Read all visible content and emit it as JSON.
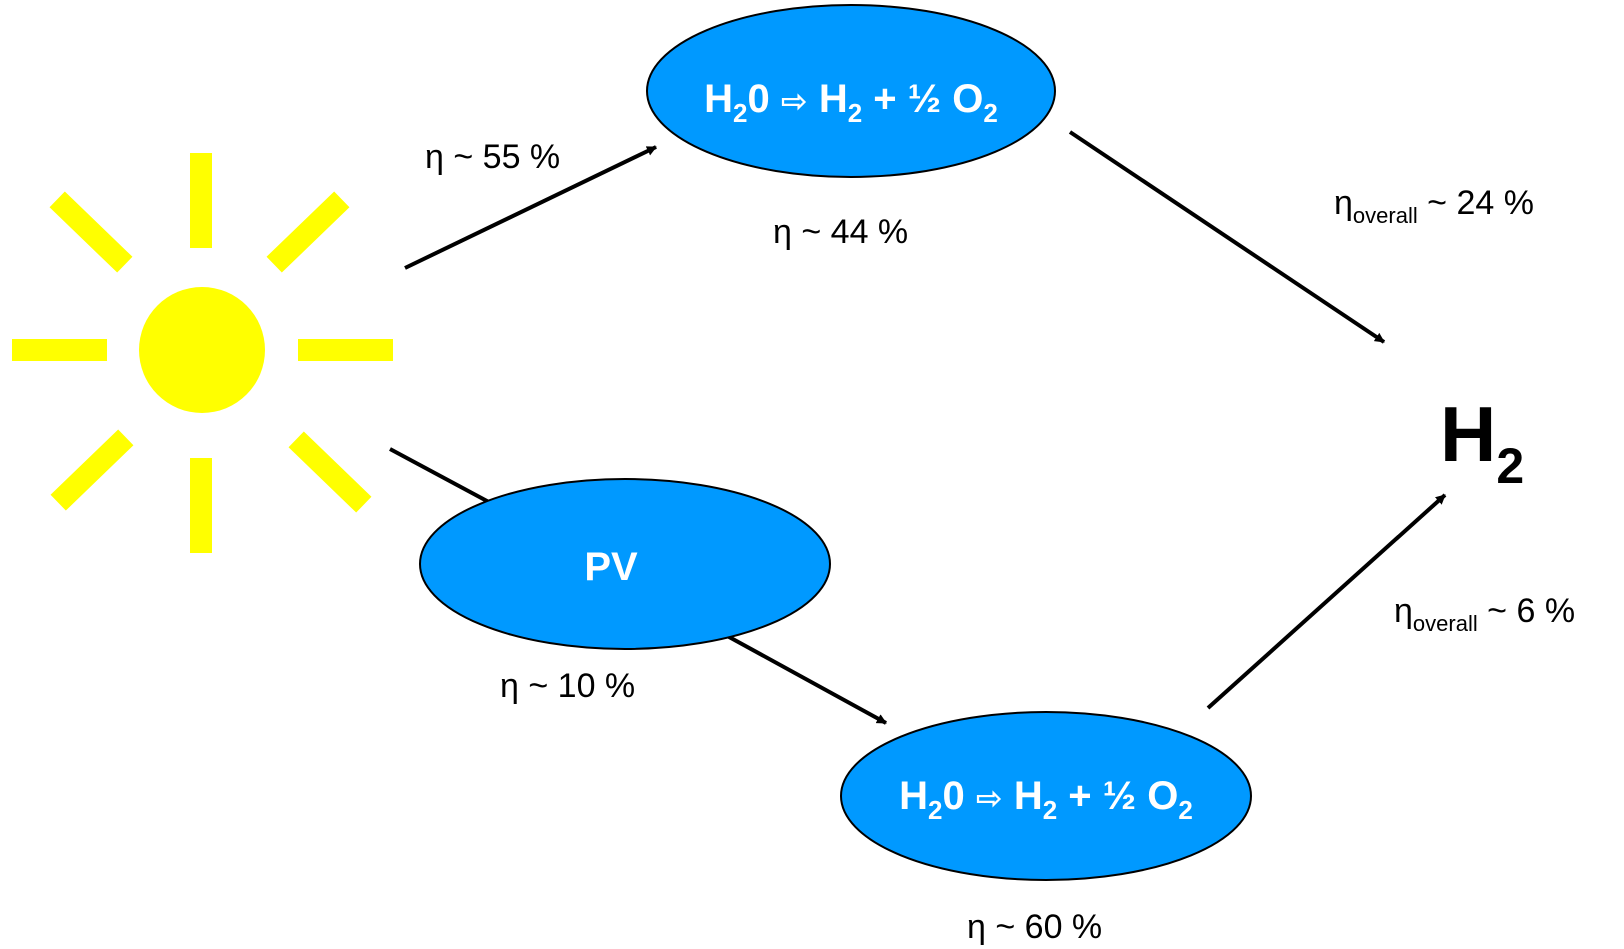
{
  "colors": {
    "sun": "#ffff00",
    "node_fill": "#0099ff",
    "node_stroke": "#000000",
    "arrow": "#000000",
    "node_text": "#ffffff",
    "label_text": "#000000"
  },
  "sun": {
    "icon": "sun-icon"
  },
  "nodes": {
    "top_reaction": {
      "part1": "H",
      "sub1": "2",
      "part2": "0",
      "arrow": "⇨",
      "part3": "H",
      "sub3": "2",
      "part4": " + ½ O",
      "sub4": "2"
    },
    "pv": {
      "label": "PV"
    },
    "bottom_reaction": {
      "part1": "H",
      "sub1": "2",
      "part2": "0",
      "arrow": "⇨",
      "part3": "H",
      "sub3": "2",
      "part4": " + ½ O",
      "sub4": "2"
    }
  },
  "product": {
    "main": "H",
    "sub": "2"
  },
  "labels": {
    "eta_sun_to_top": "η ~ 55 %",
    "eta_top_reaction": "η ~ 44 %",
    "eta_pv": "η ~ 10 %",
    "eta_bottom_reaction": "η ~ 60 %",
    "overall_top": {
      "eta": "η",
      "sub": "overall",
      "value": " ~ 24 %"
    },
    "overall_bottom": {
      "eta": "η",
      "sub": "overall",
      "value": " ~ 6 %"
    }
  }
}
